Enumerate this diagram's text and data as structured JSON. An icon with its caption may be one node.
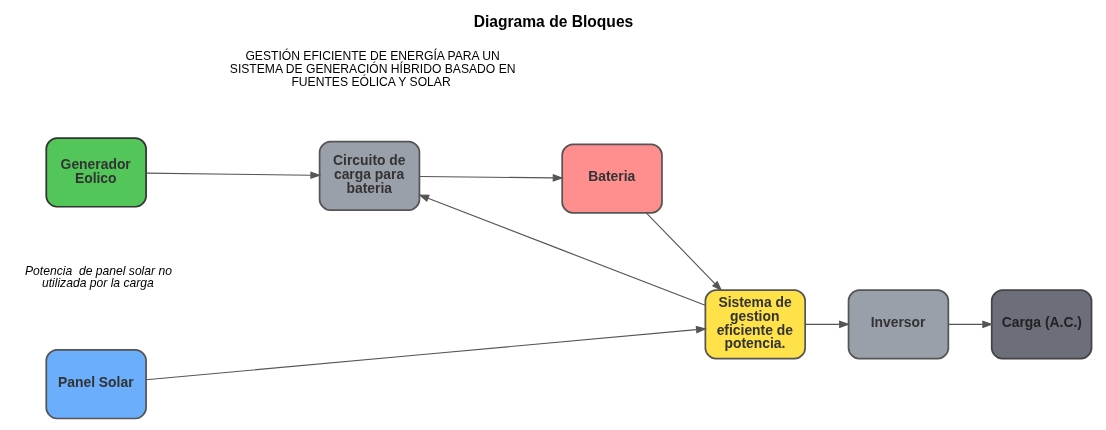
{
  "diagram": {
    "title": "Diagrama de Bloques",
    "nodes": [
      {
        "text": [
          "Generador Eolico"
        ]
      },
      {
        "text": [
          "Circuito de carga para bateria"
        ]
      },
      {
        "text": [
          "Bateria"
        ]
      },
      {
        "text": [
          "Panel Solar"
        ]
      },
      {
        "text": [
          "Sistema de gestion eficiente de potencia."
        ]
      },
      {
        "text": [
          "Inversor"
        ]
      },
      {
        "text": [
          "Carga (A.C.)"
        ]
      }
    ],
    "edges": [
      {
        "from": 0,
        "to": 1,
        "arrow": "to"
      },
      {
        "from": 1,
        "to": 2,
        "arrow": "to"
      },
      {
        "from": 2,
        "to": 4,
        "arrow": "to"
      },
      {
        "from": 4,
        "to": 1,
        "arrow": "to"
      },
      {
        "from": 3,
        "to": 4,
        "arrow": "to"
      },
      {
        "from": 4,
        "to": 5,
        "arrow": "to"
      },
      {
        "from": 5,
        "to": 6,
        "arrow": "to"
      }
    ],
    "labels": [
      "GESTIÓN EFICIENTE DE ENERGÍA PARA UN SISTEMA DE GENERACIÓN HÍBRIDO BASADO EN FUENTES EÓLICA Y SOLAR",
      "Potencia  de panel solar no utilizada por la carga"
    ]
  }
}
